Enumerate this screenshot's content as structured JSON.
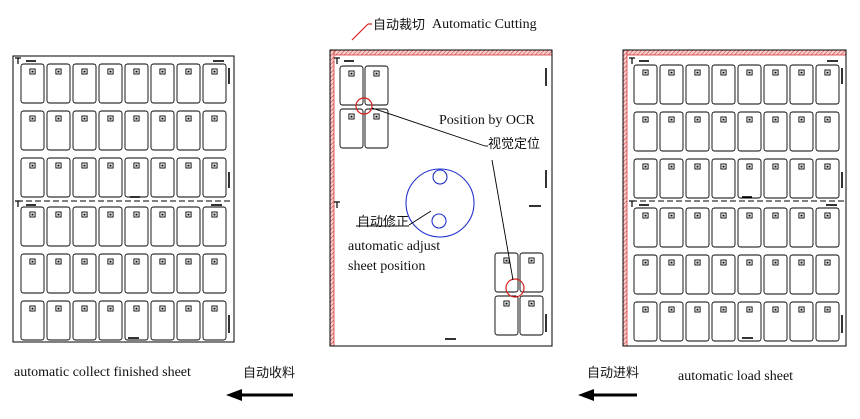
{
  "labels": {
    "auto_cut_cn": "自动裁切",
    "auto_cut_en": "Automatic Cutting",
    "ocr_en": "Position by OCR",
    "ocr_cn": "视觉定位",
    "adjust_cn": "自动修正",
    "adjust_en_1": "automatic adjust",
    "adjust_en_2": "sheet position",
    "collect_en": "automatic collect finished sheet",
    "collect_cn": "自动收料",
    "load_cn": "自动进料",
    "load_en": "automatic load sheet"
  },
  "sheets": {
    "rows_per_half": 3,
    "columns": 8
  },
  "colors": {
    "outline": "#000000",
    "accent_red": "#d81e1e",
    "hatch_red": "#e06060",
    "registration_blue": "#2233cc"
  }
}
